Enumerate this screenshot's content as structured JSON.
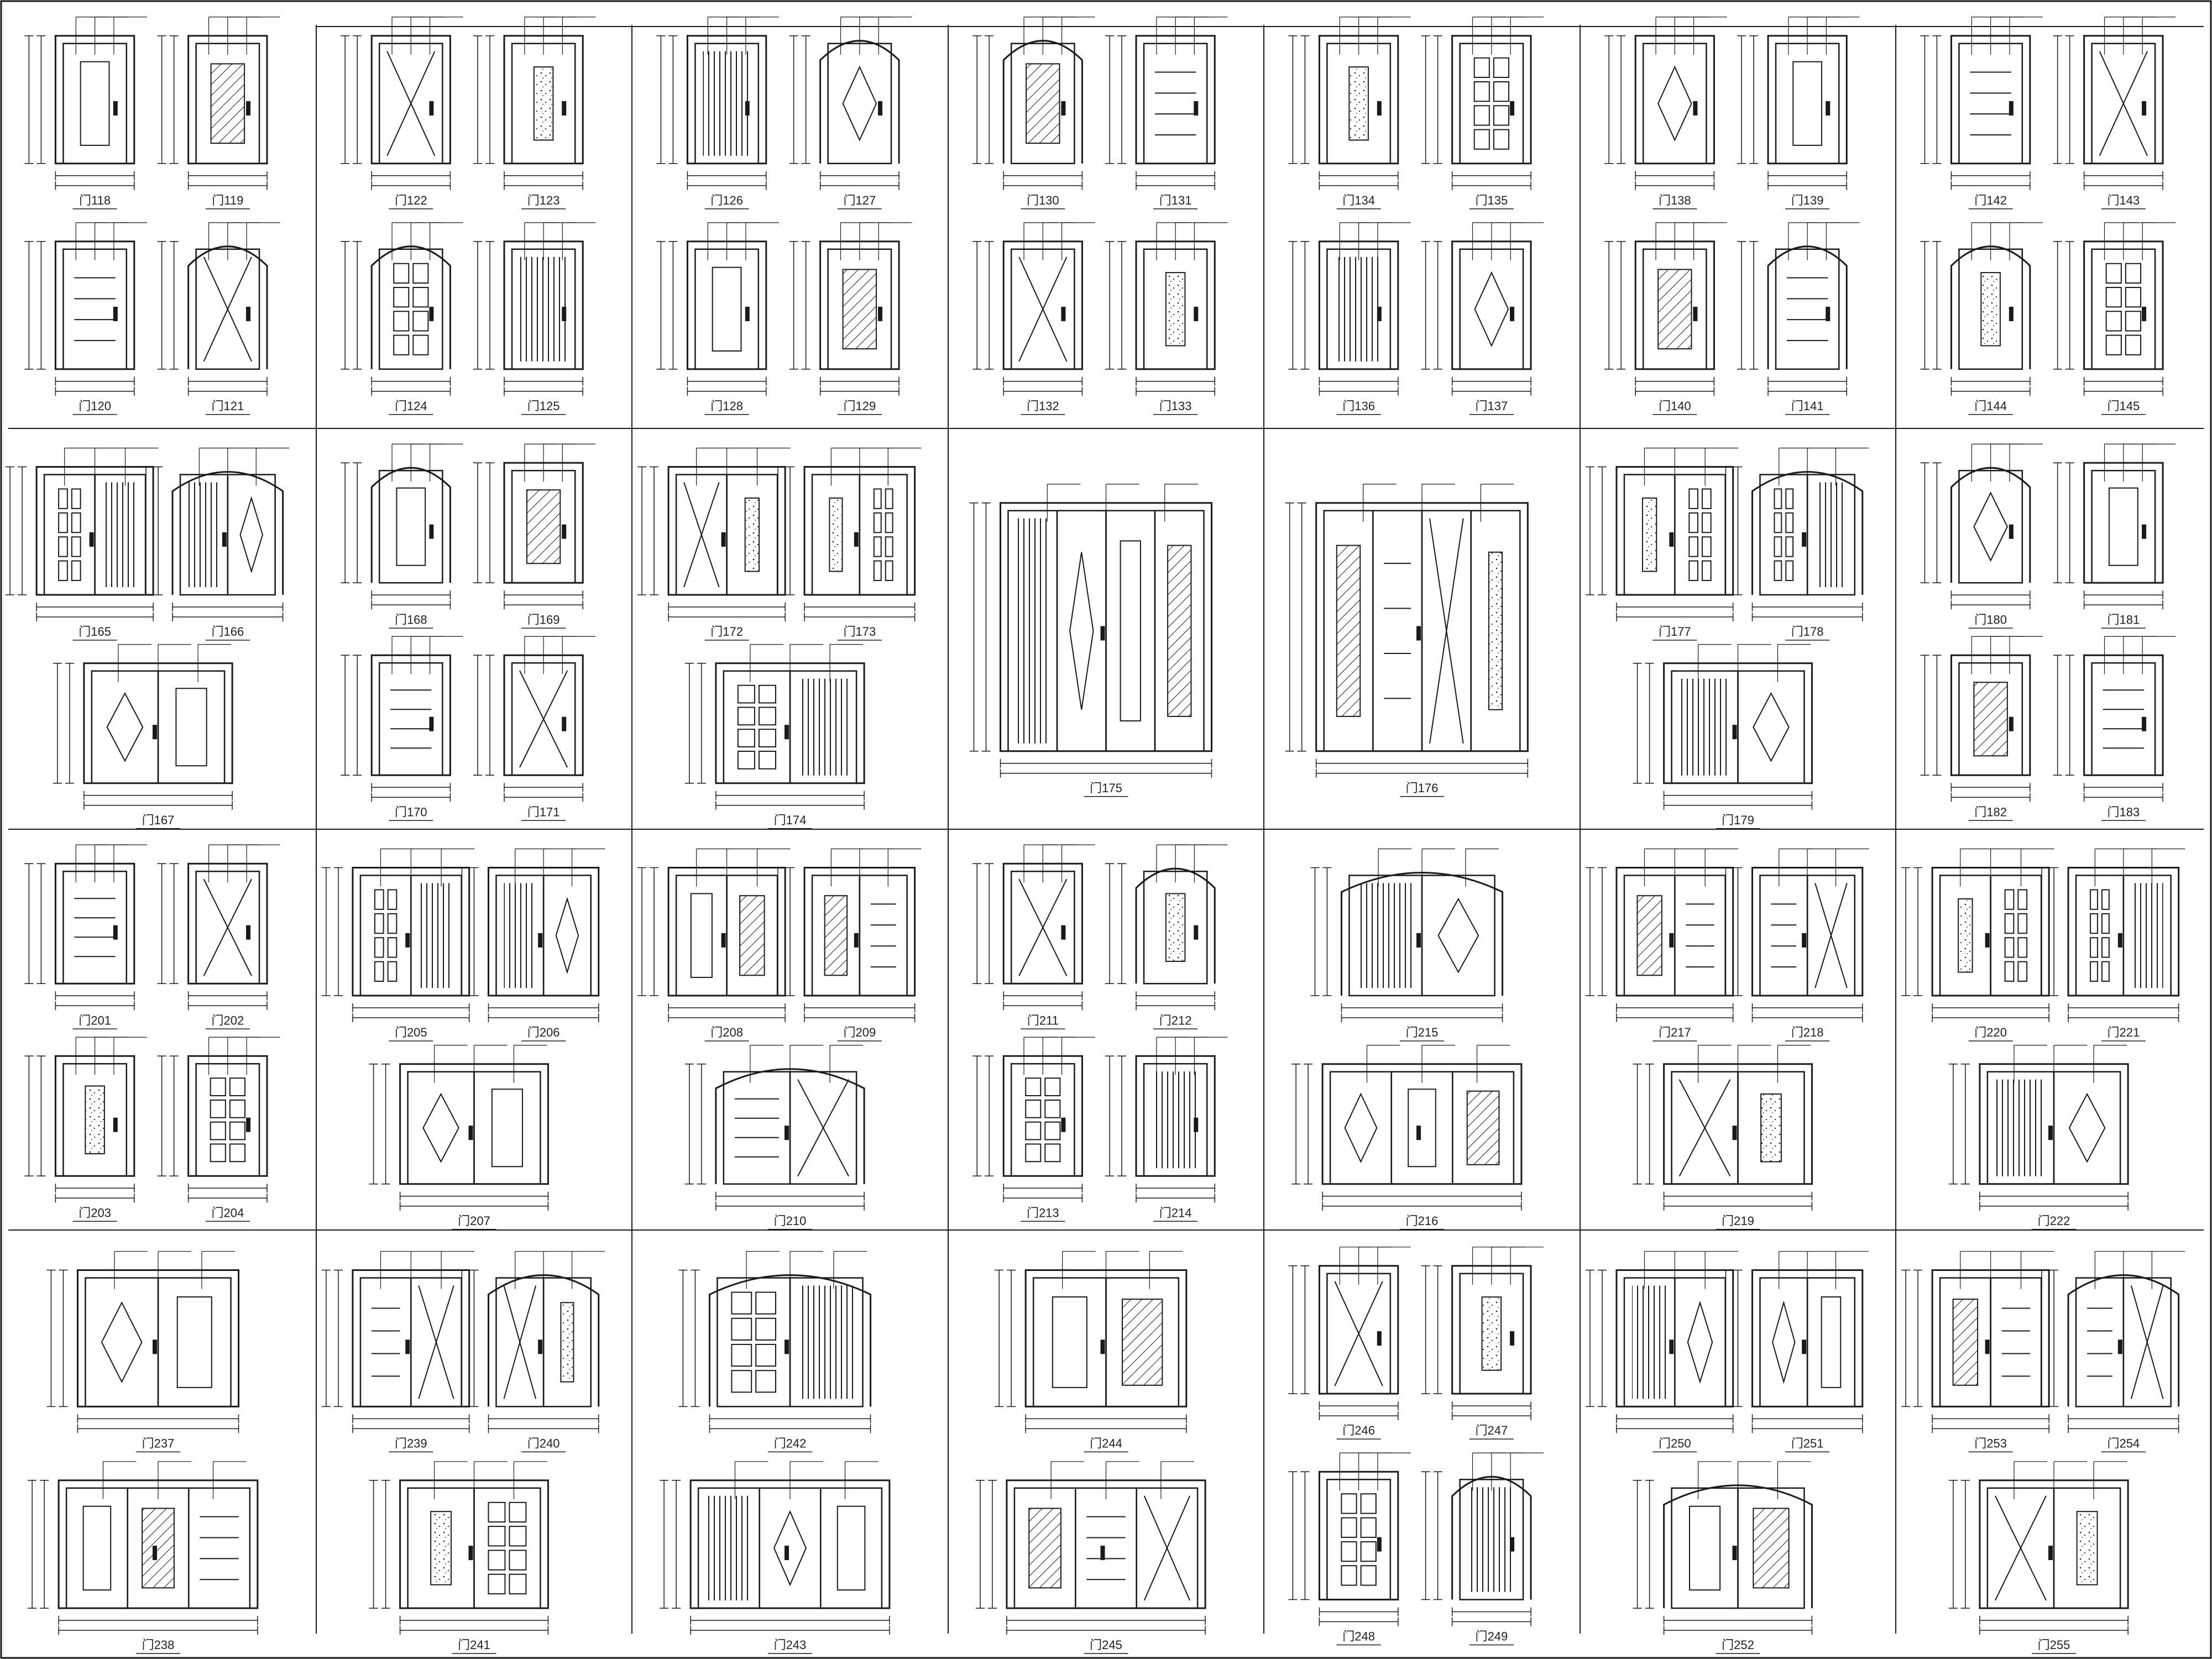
{
  "sheet": {
    "grid": {
      "columns": 7,
      "rows": 4
    },
    "line_color": "#1a1a1a",
    "background": "#ffffff"
  },
  "panels": [
    {
      "labels": [
        "门118",
        "门119",
        "门120",
        "门121"
      ]
    },
    {
      "labels": [
        "门122",
        "门123",
        "门124",
        "门125"
      ]
    },
    {
      "labels": [
        "门126",
        "门127",
        "门128",
        "门129"
      ]
    },
    {
      "labels": [
        "门130",
        "门131",
        "门132",
        "门133"
      ]
    },
    {
      "labels": [
        "门134",
        "门135",
        "门136",
        "门137"
      ]
    },
    {
      "labels": [
        "门138",
        "门139",
        "门140",
        "门141"
      ]
    },
    {
      "labels": [
        "门142",
        "门143",
        "门144",
        "门145"
      ]
    },
    {
      "labels": [
        "门165",
        "门166",
        "门167"
      ]
    },
    {
      "labels": [
        "门168",
        "门169",
        "门170",
        "门171"
      ]
    },
    {
      "labels": [
        "门172",
        "门173",
        "门174"
      ]
    },
    {
      "labels": [
        "门175"
      ]
    },
    {
      "labels": [
        "门176"
      ]
    },
    {
      "labels": [
        "门177",
        "门178",
        "门179"
      ]
    },
    {
      "labels": [
        "门180",
        "门181",
        "门182",
        "门183"
      ]
    },
    {
      "labels": [
        "门201",
        "门202",
        "门203",
        "门204"
      ]
    },
    {
      "labels": [
        "门205",
        "门206",
        "门207"
      ]
    },
    {
      "labels": [
        "门208",
        "门209",
        "门210"
      ]
    },
    {
      "labels": [
        "门211",
        "门212",
        "门213",
        "门214"
      ]
    },
    {
      "labels": [
        "门215",
        "门216"
      ]
    },
    {
      "labels": [
        "门217",
        "门218",
        "门219"
      ]
    },
    {
      "labels": [
        "门220",
        "门221",
        "门222"
      ]
    },
    {
      "labels": [
        "门237",
        "门238"
      ]
    },
    {
      "labels": [
        "门239",
        "门240",
        "门241"
      ]
    },
    {
      "labels": [
        "门242",
        "门243"
      ]
    },
    {
      "labels": [
        "门244",
        "门245"
      ]
    },
    {
      "labels": [
        "门246",
        "门247",
        "门248",
        "门249"
      ]
    },
    {
      "labels": [
        "门250",
        "门251",
        "门252"
      ]
    },
    {
      "labels": [
        "门253",
        "门254",
        "门255"
      ]
    }
  ]
}
